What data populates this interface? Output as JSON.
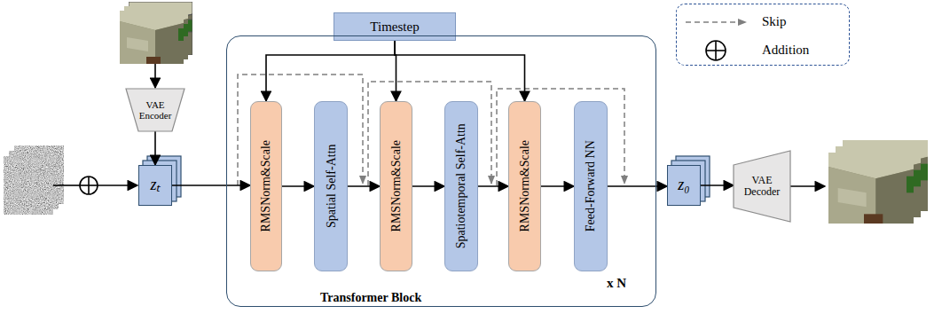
{
  "diagram": {
    "nodes": [
      {
        "text": [
          "VAE Encoder"
        ]
      },
      {
        "text": [
          "zₜ"
        ]
      },
      {
        "text": [
          "Timestep"
        ]
      },
      {
        "text": [
          "Transformer Block",
          "x N"
        ]
      },
      {
        "text": [
          "RMSNorm&Scale"
        ],
        "in": 3
      },
      {
        "text": [
          "Spatial Self-Attn"
        ],
        "in": 3
      },
      {
        "text": [
          "RMSNorm&Scale"
        ],
        "in": 3
      },
      {
        "text": [
          "Spatiotemporal Self-Attn"
        ],
        "in": 3
      },
      {
        "text": [
          "RMSNorm&Scale"
        ],
        "in": 3
      },
      {
        "text": [
          "Feed-Forward NN"
        ],
        "in": 3
      },
      {
        "text": [
          "z₀"
        ]
      },
      {
        "text": [
          "VAE Decoder"
        ]
      }
    ],
    "edges": [
      {
        "from": 0,
        "to": 1,
        "arrow": "to"
      },
      {
        "from": 1,
        "to": 4,
        "arrow": "to"
      },
      {
        "from": 2,
        "to": 4,
        "arrow": "to"
      },
      {
        "from": 2,
        "to": 6,
        "arrow": "to"
      },
      {
        "from": 2,
        "to": 8,
        "arrow": "to"
      },
      {
        "from": 4,
        "to": 5,
        "arrow": "to"
      },
      {
        "from": 5,
        "to": 6,
        "arrow": "to"
      },
      {
        "from": 6,
        "to": 7,
        "arrow": "to"
      },
      {
        "from": 7,
        "to": 8,
        "arrow": "to"
      },
      {
        "from": 8,
        "to": 9,
        "arrow": "to"
      },
      {
        "from": 9,
        "to": 10,
        "arrow": "to"
      },
      {
        "from": 10,
        "to": 11,
        "arrow": "to"
      }
    ],
    "legend": [
      {
        "text": "Skip"
      },
      {
        "text": "Addition"
      }
    ]
  }
}
